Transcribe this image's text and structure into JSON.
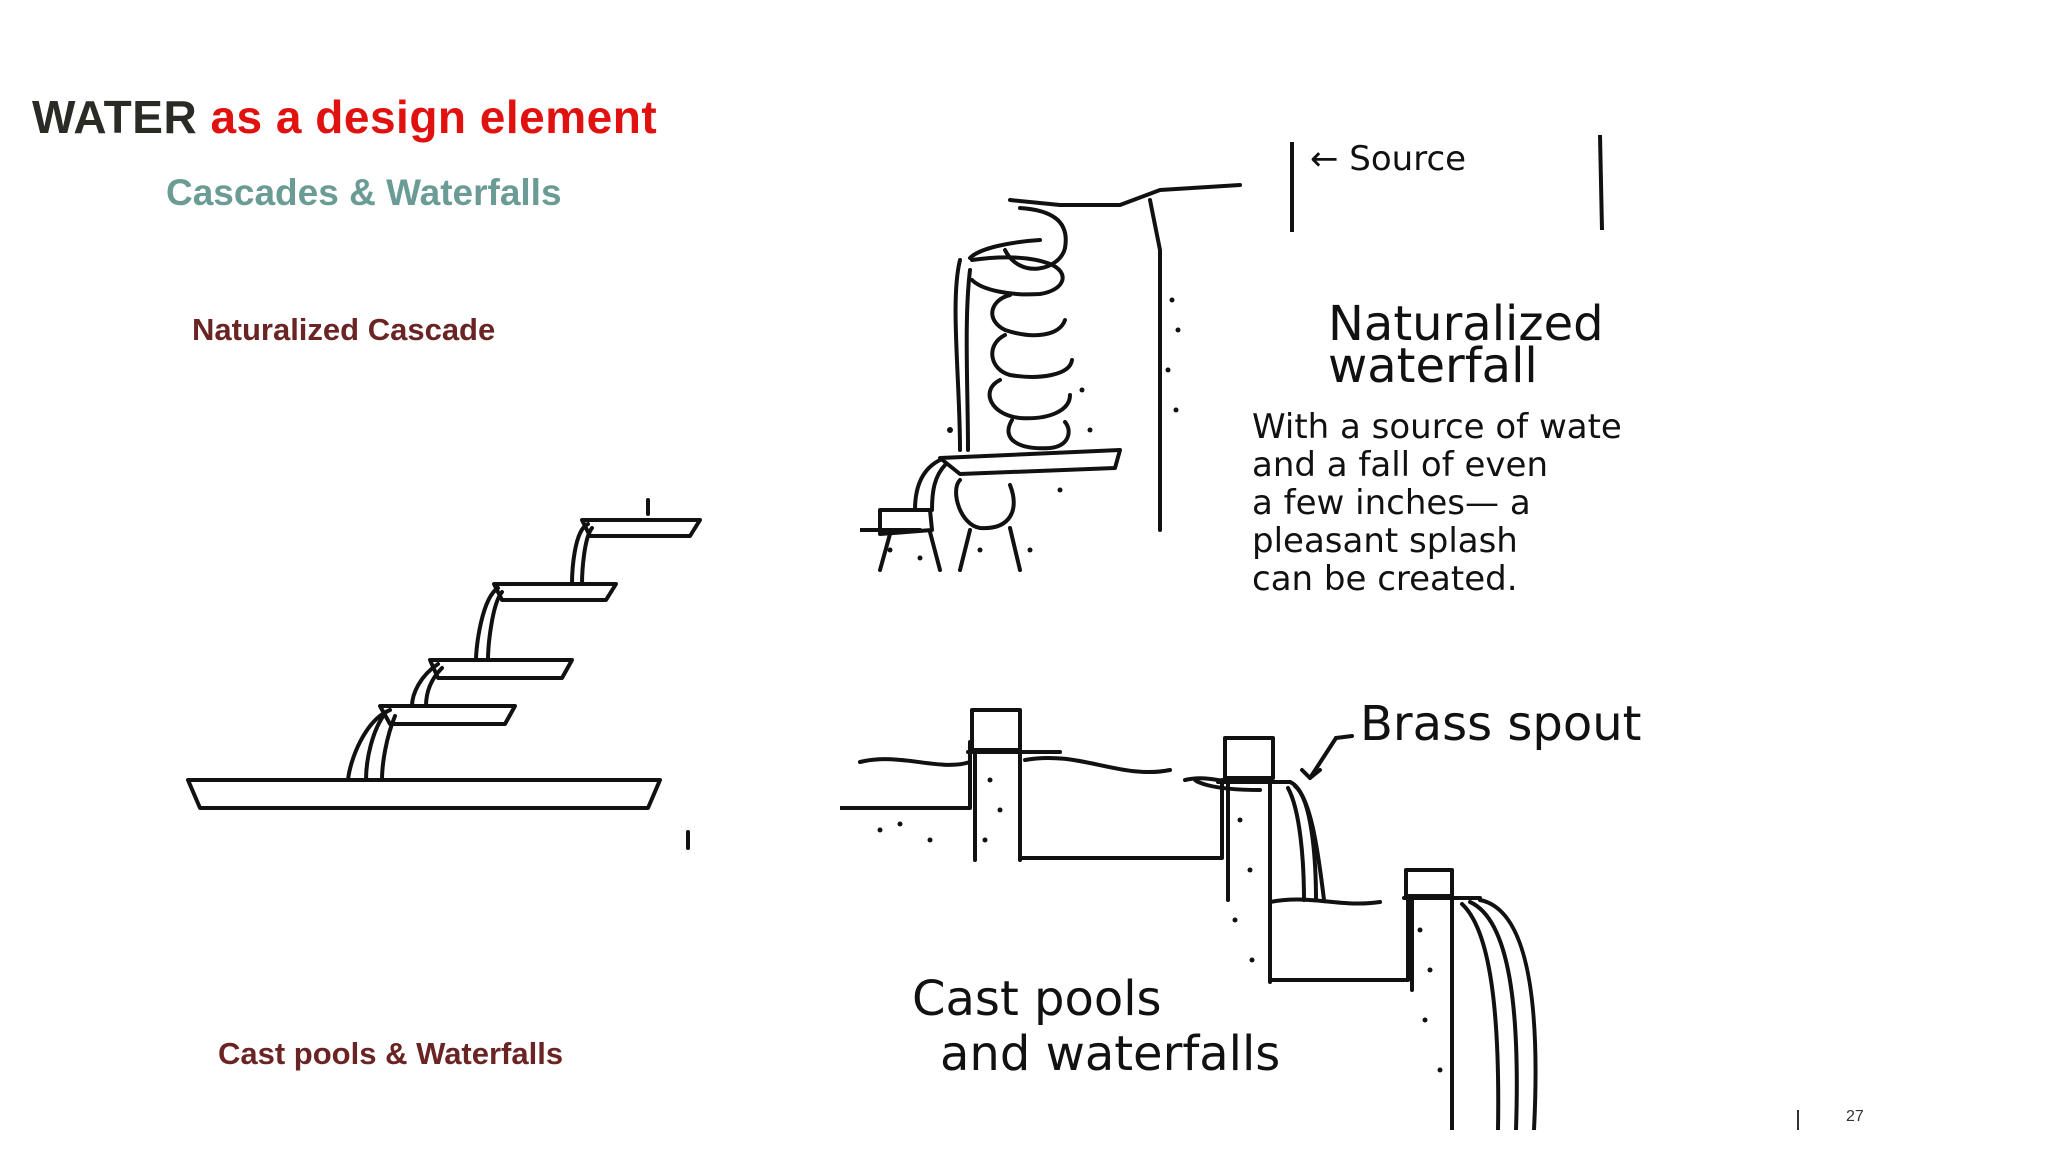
{
  "slide": {
    "title_part1": "WATER",
    "title_part2": "as a design element",
    "subtitle": "Cascades & Waterfalls",
    "label_naturalized": "Naturalized Cascade",
    "label_cast": "Cast pools & Waterfalls",
    "page_number": "27",
    "colors": {
      "title_dark": "#2b2b26",
      "title_red": "#e0110f",
      "subtitle_teal": "#6a9b94",
      "label_maroon": "#6b2424"
    }
  },
  "sketch_natural": {
    "source": "← Source",
    "heading_line1": "Naturalized",
    "heading_line2": "waterfall",
    "body_lines": [
      "With a source of water",
      "and a fall of even",
      "a few inches— a",
      "pleasant splash",
      "can be created."
    ]
  },
  "sketch_cast": {
    "brass_spout": "Brass spout",
    "caption_line1": "Cast pools",
    "caption_line2": "and waterfalls"
  }
}
